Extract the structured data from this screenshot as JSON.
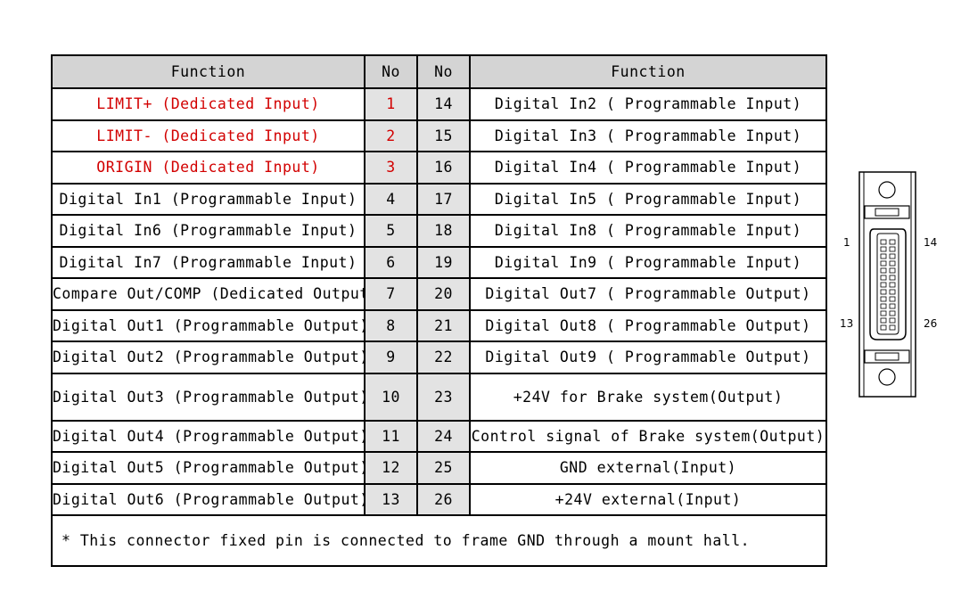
{
  "table": {
    "headers": [
      "Function",
      "No",
      "No",
      "Function"
    ],
    "rows": [
      {
        "left_func": "LIMIT+ (Dedicated Input)",
        "left_no": "1",
        "right_no": "14",
        "right_func": "Digital In2 ( Programmable Input)",
        "dedicated": true
      },
      {
        "left_func": "LIMIT- (Dedicated Input)",
        "left_no": "2",
        "right_no": "15",
        "right_func": "Digital In3 ( Programmable Input)",
        "dedicated": true
      },
      {
        "left_func": "ORIGIN (Dedicated Input)",
        "left_no": "3",
        "right_no": "16",
        "right_func": "Digital In4 ( Programmable Input)",
        "dedicated": true
      },
      {
        "left_func": "Digital In1 (Programmable Input)",
        "left_no": "4",
        "right_no": "17",
        "right_func": "Digital In5 ( Programmable Input)",
        "dedicated": false
      },
      {
        "left_func": "Digital In6 (Programmable Input)",
        "left_no": "5",
        "right_no": "18",
        "right_func": "Digital In8 ( Programmable Input)",
        "dedicated": false
      },
      {
        "left_func": "Digital In7 (Programmable Input)",
        "left_no": "6",
        "right_no": "19",
        "right_func": "Digital In9 ( Programmable Input)",
        "dedicated": false
      },
      {
        "left_func": "Compare Out/COMP (Dedicated Output)",
        "left_no": "7",
        "right_no": "20",
        "right_func": "Digital Out7 ( Programmable Output)",
        "dedicated": false
      },
      {
        "left_func": "Digital Out1 (Programmable Output)",
        "left_no": "8",
        "right_no": "21",
        "right_func": "Digital Out8 ( Programmable Output)",
        "dedicated": false
      },
      {
        "left_func": "Digital Out2 (Programmable Output)",
        "left_no": "9",
        "right_no": "22",
        "right_func": "Digital Out9 ( Programmable Output)",
        "dedicated": false
      },
      {
        "left_func": "Digital Out3 (Programmable Output)",
        "left_no": "10",
        "right_no": "23",
        "right_func": "+24V for Brake system(Output)",
        "dedicated": false,
        "tall": true
      },
      {
        "left_func": "Digital Out4 (Programmable Output)",
        "left_no": "11",
        "right_no": "24",
        "right_func": "Control signal of  Brake system(Output)",
        "dedicated": false
      },
      {
        "left_func": "Digital Out5 (Programmable Output)",
        "left_no": "12",
        "right_no": "25",
        "right_func": "GND external(Input)",
        "dedicated": false
      },
      {
        "left_func": "Digital Out6 (Programmable Output)",
        "left_no": "13",
        "right_no": "26",
        "right_func": "+24V external(Input)",
        "dedicated": false
      }
    ],
    "note": "* This connector fixed pin is connected to frame GND through a mount hall."
  },
  "connector": {
    "pin_labels": {
      "top_left": "1",
      "top_right": "14",
      "bottom_left": "13",
      "bottom_right": "26"
    }
  },
  "colors": {
    "dedicated_text": "#d20000",
    "header_bg": "#d4d4d4",
    "no_bg": "#e3e3e3"
  }
}
